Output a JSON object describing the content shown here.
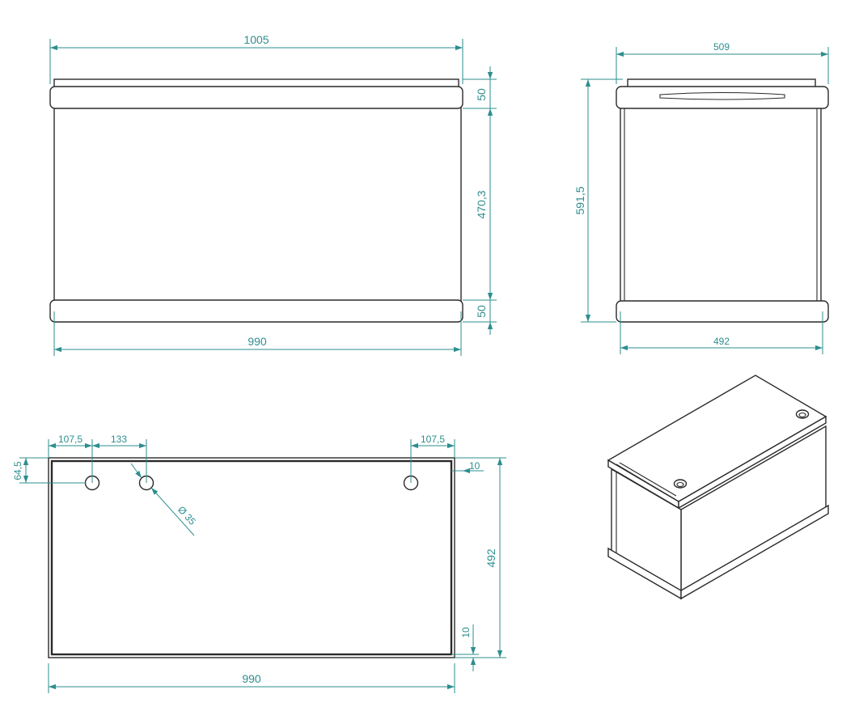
{
  "colors": {
    "dimension": "#2e8e8e",
    "outline": "#2a2a2a",
    "background": "#ffffff"
  },
  "front_view": {
    "top_width": "1005",
    "bottom_width": "990",
    "rail_top": "50",
    "body_height": "470,3",
    "rail_bottom": "50"
  },
  "side_view": {
    "top_width": "509",
    "bottom_width": "492",
    "total_height": "591,5"
  },
  "top_view": {
    "offset_left": "107,5",
    "hole_spacing": "133",
    "offset_right": "107,5",
    "hole_from_edge": "64,5",
    "wall_top": "10",
    "depth": "492",
    "wall_bottom": "10",
    "width": "990",
    "hole_diameter": "Ø 35"
  }
}
